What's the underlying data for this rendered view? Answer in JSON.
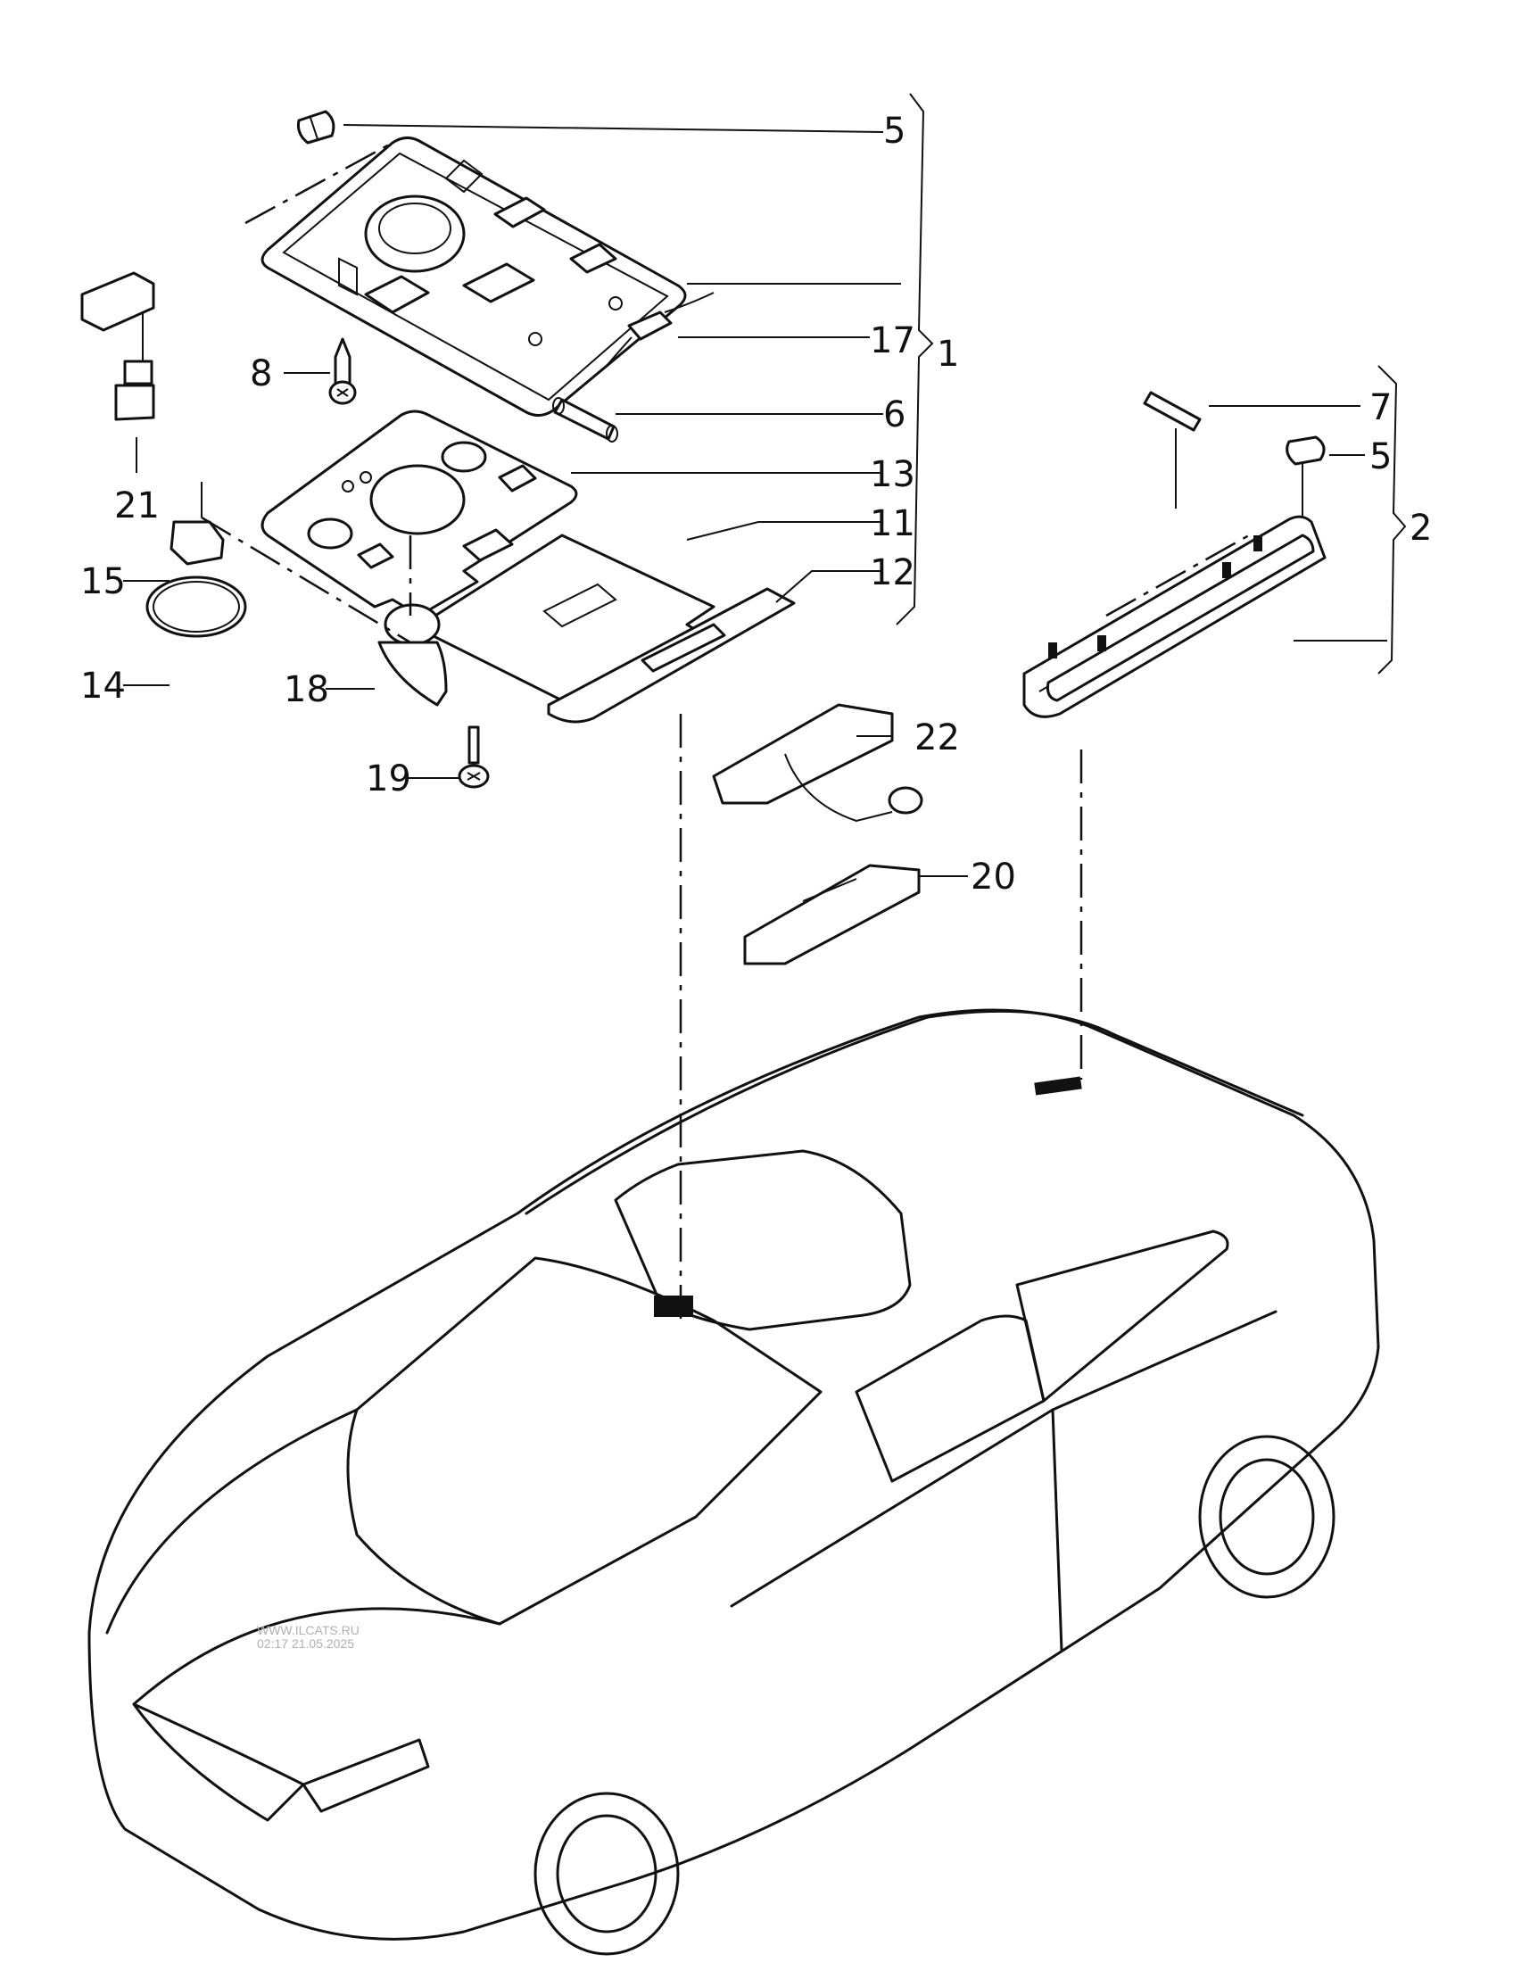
{
  "diagram": {
    "type": "exploded parts diagram",
    "subject": "interior / roof lamp assemblies",
    "callouts": [
      {
        "id": "c5a",
        "label": "5"
      },
      {
        "id": "c17",
        "label": "17"
      },
      {
        "id": "c1",
        "label": "1"
      },
      {
        "id": "c8",
        "label": "8"
      },
      {
        "id": "c6",
        "label": "6"
      },
      {
        "id": "c13",
        "label": "13"
      },
      {
        "id": "c11",
        "label": "11"
      },
      {
        "id": "c12",
        "label": "12"
      },
      {
        "id": "c21",
        "label": "21"
      },
      {
        "id": "c15",
        "label": "15"
      },
      {
        "id": "c14",
        "label": "14"
      },
      {
        "id": "c18",
        "label": "18"
      },
      {
        "id": "c19",
        "label": "19"
      },
      {
        "id": "c22",
        "label": "22"
      },
      {
        "id": "c20",
        "label": "20"
      },
      {
        "id": "c7",
        "label": "7"
      },
      {
        "id": "c5b",
        "label": "5"
      },
      {
        "id": "c2",
        "label": "2"
      }
    ],
    "groups": [
      {
        "label": "1",
        "contains": [
          "5",
          "17",
          "6",
          "13",
          "11",
          "12"
        ]
      },
      {
        "label": "2",
        "contains": [
          "7",
          "5"
        ]
      }
    ]
  },
  "watermark": {
    "line1": "WWW.ILCATS.RU",
    "line2": "02:17 21.05.2025"
  }
}
